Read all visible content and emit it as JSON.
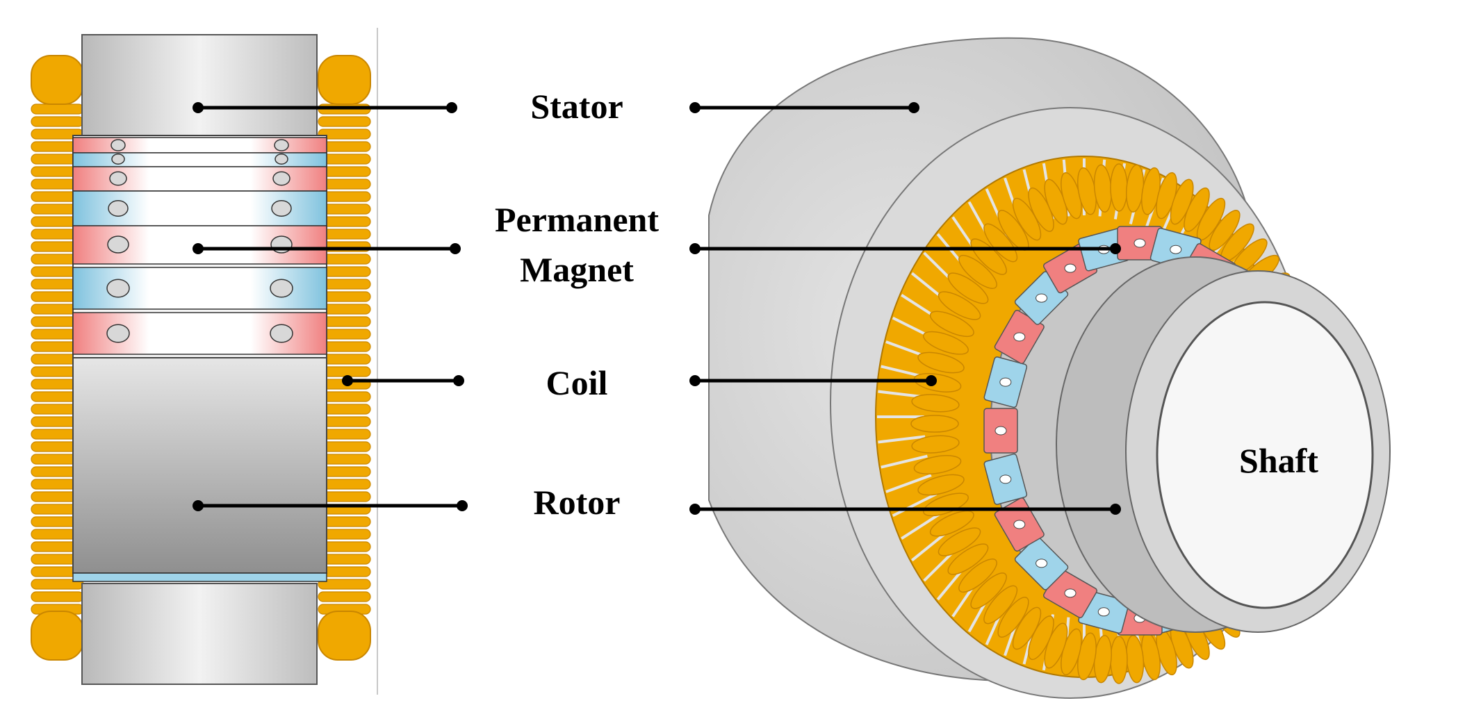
{
  "labels": {
    "stator": "Stator",
    "permanent_magnet_line1": "Permanent",
    "permanent_magnet_line2": "Magnet",
    "coil": "Coil",
    "rotor": "Rotor",
    "shaft": "Shaft"
  },
  "colors": {
    "coil": "#f0a800",
    "coil_dark": "#c98600",
    "stator_gray": "#d9d9d9",
    "magnet_red": "#f08080",
    "magnet_blue": "#9fd4ea",
    "shaft_face": "#f7f7f7",
    "leader": "#000000"
  }
}
